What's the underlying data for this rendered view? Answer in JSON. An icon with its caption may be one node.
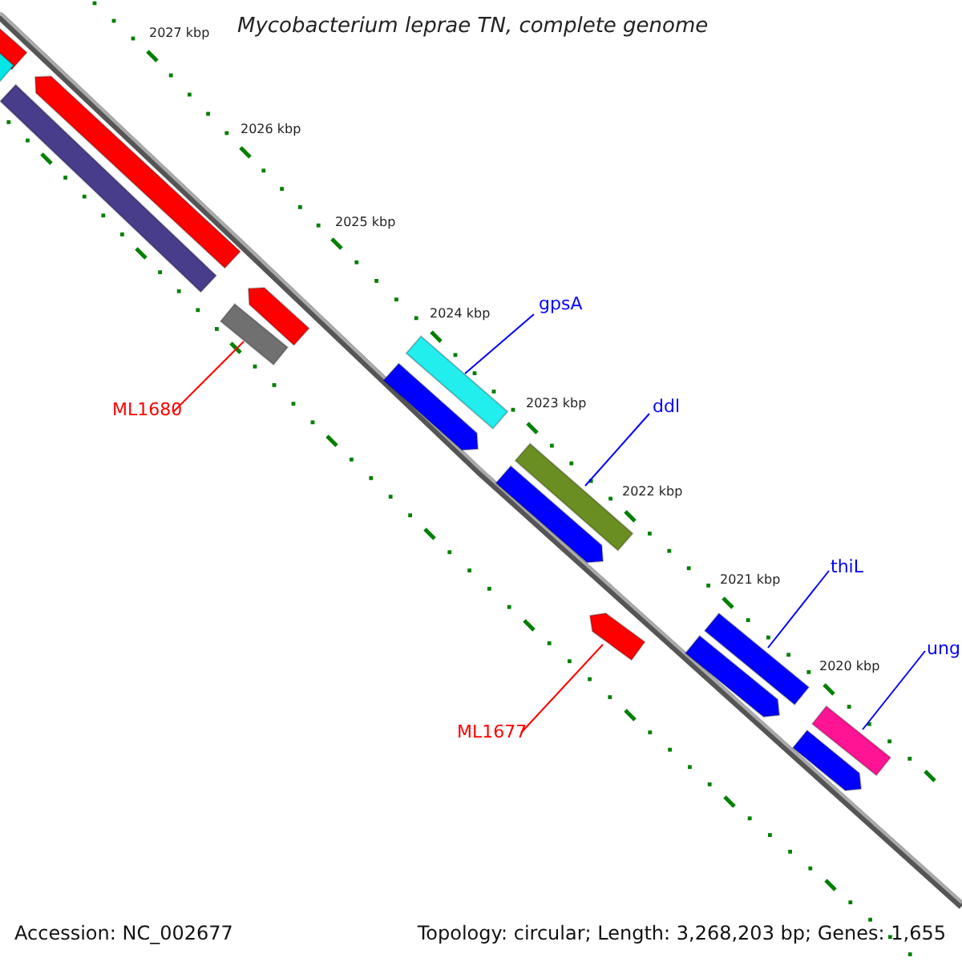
{
  "diagram": {
    "title": "Mycobacterium leprae TN, complete genome",
    "nodes": [
      {
        "text": [
          "ML1680"
        ]
      },
      {
        "text": [],
        "shape": "bar"
      },
      {
        "text": [
          "gpsA"
        ]
      },
      {
        "text": [],
        "shape": "bar"
      },
      {
        "text": [
          "ddl"
        ]
      },
      {
        "text": [],
        "shape": "bar"
      },
      {
        "text": [
          "ML1677"
        ]
      },
      {
        "text": [],
        "shape": "bar"
      },
      {
        "text": [
          "thiL"
        ]
      },
      {
        "text": [],
        "shape": "bar"
      },
      {
        "text": [
          "ung"
        ]
      },
      {
        "text": [],
        "shape": "bar"
      },
      {
        "text": [],
        "shape": "bar"
      },
      {
        "text": [],
        "shape": "bar"
      },
      {
        "text": [],
        "shape": "bar"
      },
      {
        "text": [],
        "shape": "bar"
      },
      {
        "text": [],
        "shape": "bar"
      },
      {
        "text": [],
        "shape": "bar"
      },
      {
        "text": [],
        "shape": "bar"
      },
      {
        "text": [],
        "shape": "bar"
      },
      {
        "text": [],
        "shape": "bar"
      }
    ],
    "edges": [
      {
        "from": 0,
        "to": 1,
        "arrow": "none",
        "color": "#ff0000"
      },
      {
        "from": 2,
        "to": 3,
        "arrow": "none"
      },
      {
        "from": 4,
        "to": 5,
        "arrow": "none"
      },
      {
        "from": 6,
        "to": 7,
        "arrow": "none",
        "color": "#ff0000"
      },
      {
        "from": 8,
        "to": 9,
        "arrow": "none"
      },
      {
        "from": 10,
        "to": 11,
        "arrow": "none"
      }
    ],
    "labels": [
      "2027 kbp",
      "2026 kbp",
      "2025 kbp",
      "2024 kbp",
      "2023 kbp",
      "2022 kbp",
      "2021 kbp",
      "2020 kbp",
      "Accession: NC_002677",
      "Topology: circular; Length: 3,268,203 bp; Genes: 1,655"
    ]
  }
}
